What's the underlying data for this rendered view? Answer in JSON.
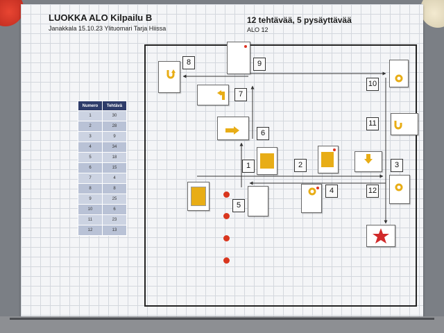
{
  "header": {
    "title": "LUOKKA  ALO Kilpailu B",
    "subtitle": "Janakkala 15.10.23 Ylituomari Tarja Hiissa",
    "tasks": "12 tehtävää, 5 pysäyttävää",
    "level": "ALO 12"
  },
  "table": {
    "col_numero": "Numero",
    "col_tehtava": "Tehtävä",
    "rows": [
      {
        "n": "1",
        "t": "30"
      },
      {
        "n": "2",
        "t": "28"
      },
      {
        "n": "3",
        "t": "9"
      },
      {
        "n": "4",
        "t": "34"
      },
      {
        "n": "5",
        "t": "18"
      },
      {
        "n": "6",
        "t": "15"
      },
      {
        "n": "7",
        "t": "4"
      },
      {
        "n": "8",
        "t": "8"
      },
      {
        "n": "9",
        "t": "25"
      },
      {
        "n": "10",
        "t": "6"
      },
      {
        "n": "11",
        "t": "23"
      },
      {
        "n": "12",
        "t": "13"
      }
    ]
  },
  "stations": {
    "s1": "1",
    "s2": "2",
    "s3": "3",
    "s4": "4",
    "s5": "5",
    "s6": "6",
    "s7": "7",
    "s8": "8",
    "s9": "9",
    "s10": "10",
    "s11": "11",
    "s12": "12"
  },
  "icons": {
    "finish": "star-icon",
    "turn": "u-turn-arrow-icon",
    "forward": "right-arrow-icon",
    "down": "down-arrow-icon"
  },
  "colors": {
    "accent_yellow": "#e8ad16",
    "stop_red": "#d9361e",
    "table_header": "#2e3c6a"
  }
}
